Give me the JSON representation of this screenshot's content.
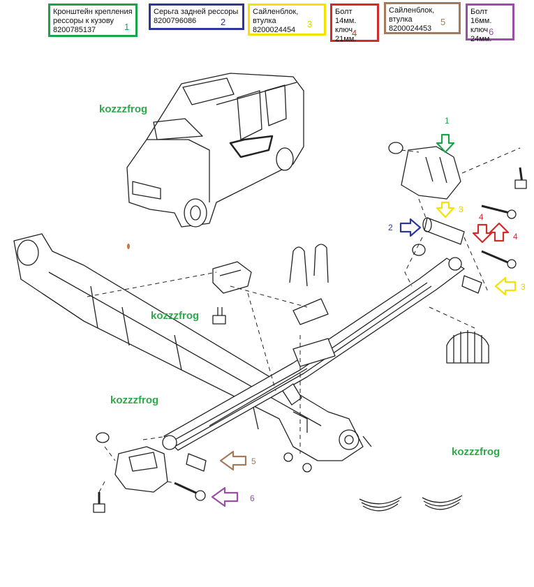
{
  "legend": [
    {
      "text": "Кронштейн крепления рессоры к кузову 8200785137",
      "line1": "Кронштейн крепления",
      "line2": "рессоры к кузову",
      "line3": "8200785137",
      "num": "1",
      "color": "#1aa34a"
    },
    {
      "line1": "Серьга задней рессоры",
      "line2": "8200796086",
      "num": "2",
      "color": "#2b3899"
    },
    {
      "line1": "Сайленблок, втулка",
      "line2": "8200024454",
      "num": "3",
      "color": "#e3d200"
    },
    {
      "line1": "Болт 14мм.",
      "line2": "ключ 21мм.",
      "num": "4",
      "color": "#d42a2a"
    },
    {
      "line1": "Сайленблок, втулка",
      "line2": "8200024453",
      "num": "5",
      "color": "#a37a5c"
    },
    {
      "line1": "Болт 16мм.",
      "line2": "ключ 24мм.",
      "num": "6",
      "color": "#9a4ea6"
    }
  ],
  "watermarks": [
    "kozzzfrog",
    "kozzzfrog",
    "kozzzfrog",
    "kozzzfrog"
  ],
  "callouts": {
    "c1": "1",
    "c2": "2",
    "c3a": "3",
    "c3b": "3",
    "c4a": "4",
    "c4b": "4",
    "c5": "5",
    "c6": "6"
  }
}
